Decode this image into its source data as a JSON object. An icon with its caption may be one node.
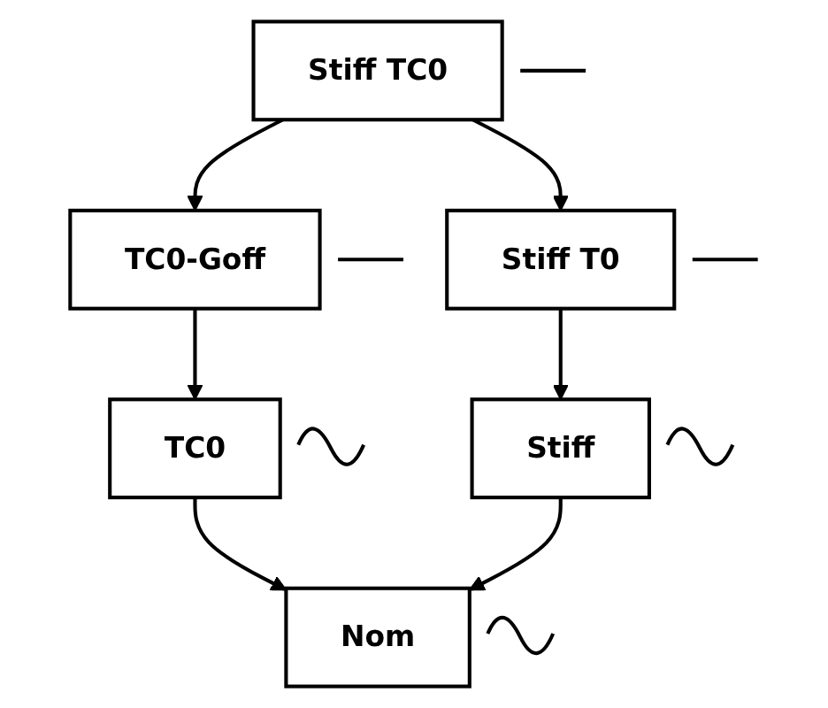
{
  "diagram": {
    "nodes": [
      {
        "text": [
          "Stiff TC0"
        ]
      },
      {
        "text": [
          "TC0-Goff"
        ]
      },
      {
        "text": [
          "Stiff T0"
        ]
      },
      {
        "text": [
          "TC0"
        ]
      },
      {
        "text": [
          "Stiff"
        ]
      },
      {
        "text": [
          "Nom"
        ]
      }
    ],
    "edges": [
      {
        "from": 0,
        "to": 1,
        "arrow": "to"
      },
      {
        "from": 0,
        "to": 2,
        "arrow": "to"
      },
      {
        "from": 1,
        "to": 3,
        "arrow": "to"
      },
      {
        "from": 2,
        "to": 4,
        "arrow": "to"
      },
      {
        "from": 3,
        "to": 5,
        "arrow": "to"
      },
      {
        "from": 4,
        "to": 5,
        "arrow": "to"
      }
    ]
  }
}
